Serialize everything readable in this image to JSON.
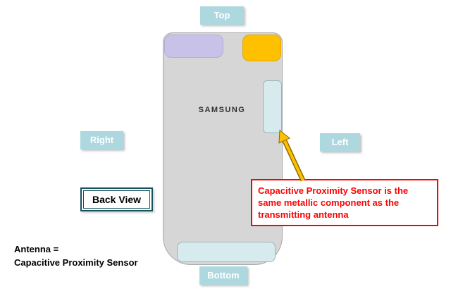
{
  "diagram": {
    "title": "Samsung phone back view antenna diagram",
    "labels": {
      "top": "Top",
      "right": "Right",
      "left": "Left",
      "bottom": "Bottom",
      "back_view": "Back View"
    },
    "phone": {
      "brand": "SAMSUNG"
    },
    "callout": {
      "text": "Capacitive Proximity Sensor is the same metallic component as the transmitting antenna"
    },
    "note": {
      "line1": "Antenna =",
      "line2": "Capacitive Proximity Sensor"
    },
    "colors": {
      "direction_label_bg": "#aed8e0",
      "phone_body": "#d6d6d6",
      "top_left_component": "#c9c2e8",
      "top_right_component": "#ffc000",
      "sensor": "#d7ebee",
      "callout_border": "#ff0000",
      "callout_text": "#ff0000",
      "arrow": "#ffc000"
    }
  }
}
